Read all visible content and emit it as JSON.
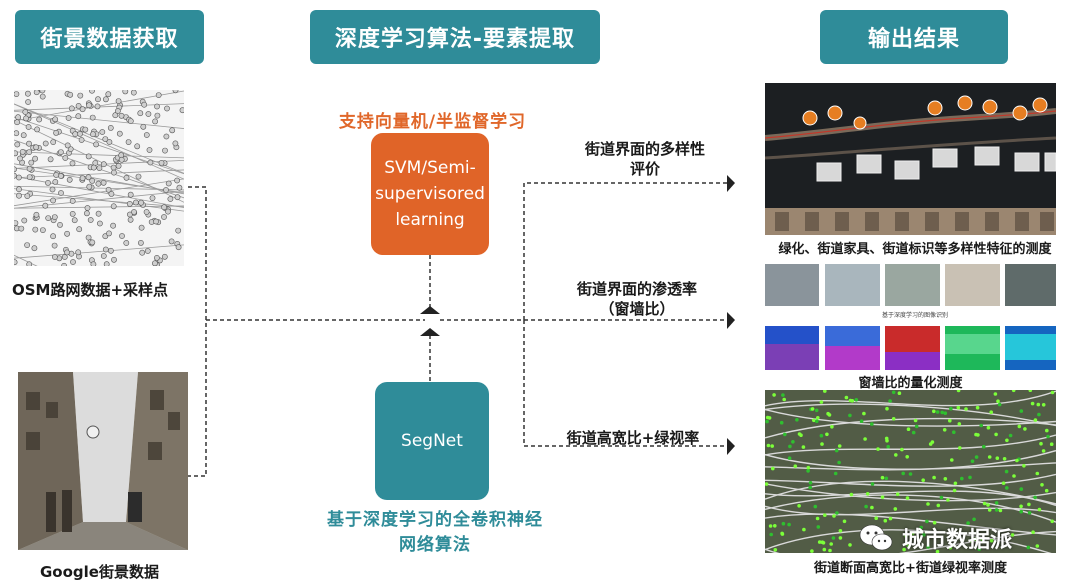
{
  "headers": {
    "data_acquisition": "街景数据获取",
    "algorithm": "深度学习算法-要素提取",
    "output": "输出结果"
  },
  "inputs": {
    "osm_caption": "OSM路网数据+采样点",
    "google_caption": "Google街景数据"
  },
  "algorithms": {
    "svm_label": "支持向量机/半监督学习",
    "svm_box": [
      "SVM/Semi-",
      "supervisored",
      "learning"
    ],
    "segnet_box": "SegNet",
    "segnet_label": [
      "基于深度学习的全卷积神经",
      "网络算法"
    ]
  },
  "outputs": {
    "diversity": [
      "街道界面的多样性",
      "评价"
    ],
    "permeability": [
      "街道界面的渗透率",
      "（窗墙比）"
    ],
    "ratio": "街道高宽比+绿视率",
    "diversity_caption": "绿化、街道家具、街道标识等多样性特征的测度",
    "window_wall_caption": "窗墙比的量化测度",
    "section_caption": "街道断面高宽比+街道绿视率测度",
    "segmentation_strip_label": "基于深度学习的图像识别"
  },
  "watermark": {
    "text": "城市数据派",
    "icon": "wechat-icon"
  },
  "colors": {
    "teal": "#2f8c99",
    "orange": "#e06428",
    "orange_text": "#e0672a"
  }
}
